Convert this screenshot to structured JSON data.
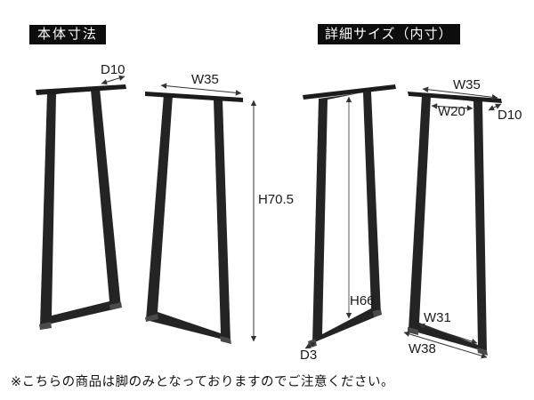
{
  "titles": {
    "main": "本体寸法",
    "detail": "詳細サイズ（内寸）"
  },
  "dims": {
    "overall_d10": "D10",
    "overall_w35": "W35",
    "overall_h": "H70.5",
    "detail_h_inner": "H66",
    "detail_d3": "D3",
    "detail_w35": "W35",
    "detail_w20": "W20",
    "detail_d10": "D10",
    "detail_w31": "W31",
    "detail_w38": "W38"
  },
  "note": "※こちらの商品は脚のみとなっておりますのでご注意ください。",
  "colors": {
    "leg_fill": "#242424",
    "plate_fill": "#1c1c1c",
    "foot_fill": "#4a4a4a",
    "dim_line": "#333333",
    "badge_bg": "#0d0d0d",
    "badge_text": "#ffffff"
  }
}
